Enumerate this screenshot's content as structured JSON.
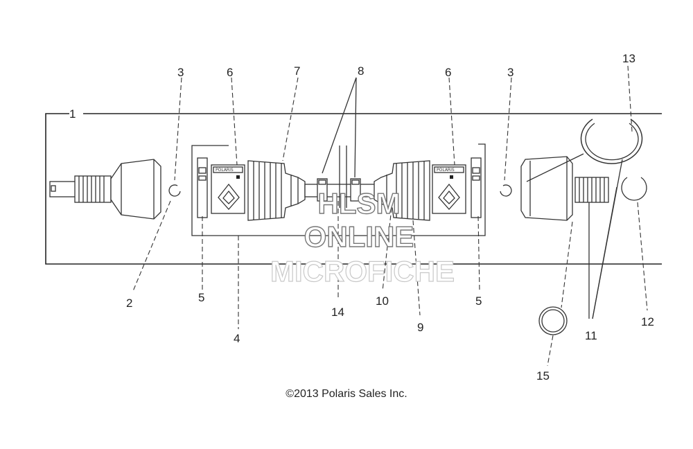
{
  "diagram": {
    "callouts": [
      "1",
      "2",
      "3",
      "3",
      "4",
      "5",
      "5",
      "6",
      "6",
      "7",
      "8",
      "9",
      "10",
      "11",
      "12",
      "13",
      "14",
      "15"
    ],
    "watermark": [
      "HLSM",
      "ONLINE",
      "MICROFICHE"
    ],
    "part_labels": [
      "POLARIS",
      "POLARIS"
    ],
    "copyright": "©2013 Polaris Sales Inc."
  }
}
